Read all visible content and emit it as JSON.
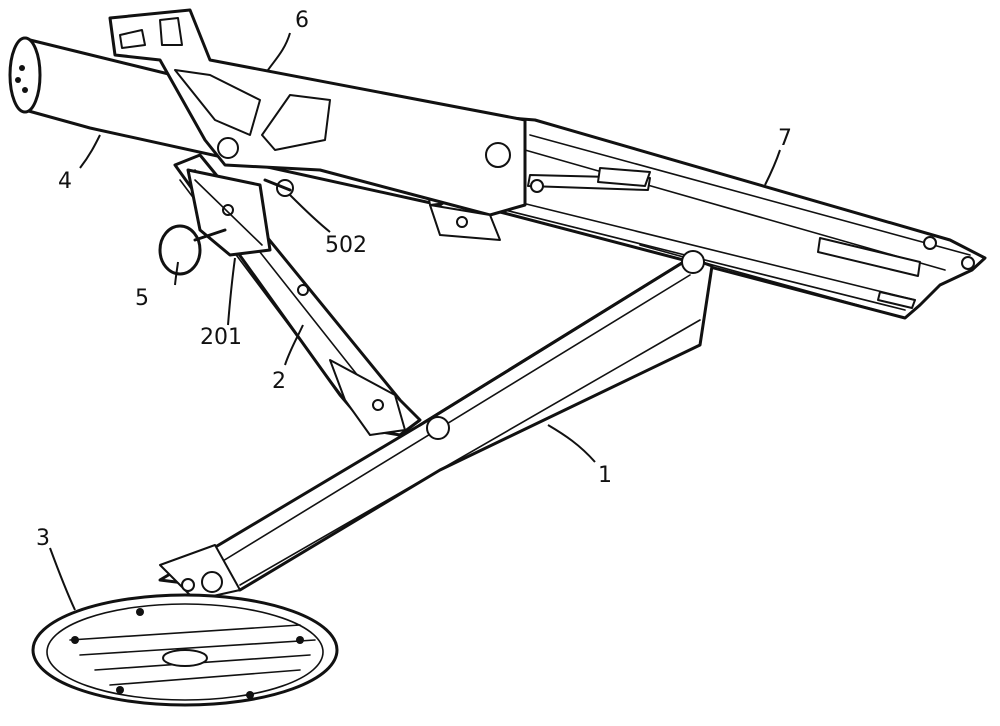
{
  "labels": {
    "l1": "1",
    "l2": "2",
    "l3": "3",
    "l4": "4",
    "l5": "5",
    "l6": "6",
    "l7": "7",
    "l201": "201",
    "l502": "502"
  }
}
